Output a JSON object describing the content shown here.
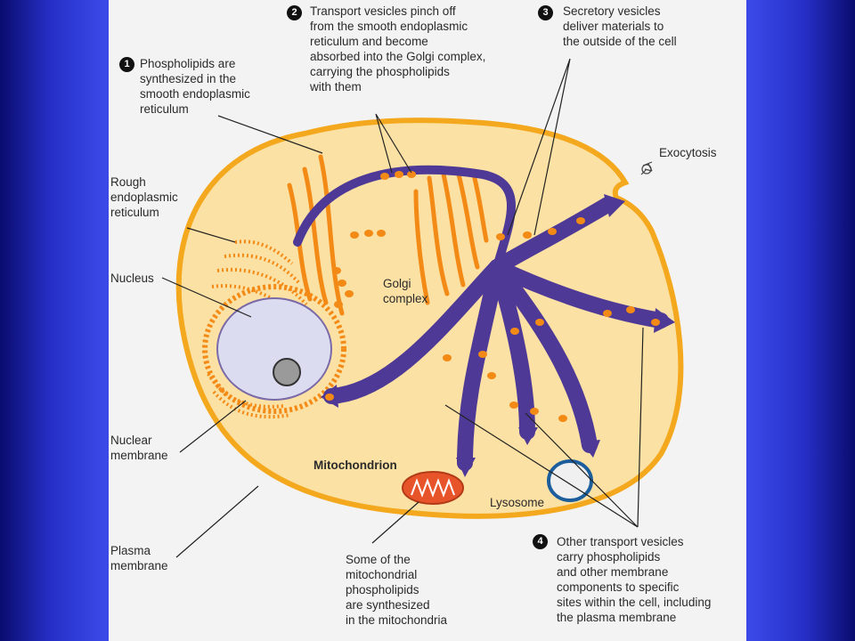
{
  "colors": {
    "cytoplasm": "#fce1a4",
    "cell_border": "#f4a81e",
    "organelle": "#f48a16",
    "transport_arrow": "#4e3a96",
    "nucleus": "#dcdcf0",
    "mitochondrion": "#e8542a",
    "lysosome_border": "#1c5e9c",
    "page_background": "#3a48e6"
  },
  "steps": [
    {
      "number": "1",
      "text": "Phospholipids are\nsynthesized in the\nsmooth endoplasmic\nreticulum"
    },
    {
      "number": "2",
      "text": "Transport vesicles pinch off\nfrom the smooth endoplasmic\nreticulum and become\nabsorbed into the Golgi complex,\ncarrying the phospholipids\nwith them"
    },
    {
      "number": "3",
      "text": "Secretory vesicles\ndeliver materials to\nthe outside of the cell"
    },
    {
      "number": "4",
      "text": "Other transport vesicles\ncarry phospholipids\nand  other membrane\ncomponents to specific\nsites within the cell, including\nthe plasma membrane"
    }
  ],
  "labels": {
    "rough_er": "Rough\nendoplasmic\nreticulum",
    "nucleus": "Nucleus",
    "nuclear_membrane": "Nuclear\nmembrane",
    "plasma_membrane": "Plasma\nmembrane",
    "golgi": "Golgi\ncomplex",
    "exocytosis": "Exocytosis",
    "mitochondrion": "Mitochondrion",
    "lysosome": "Lysosome",
    "mito_note": "Some of the\nmitochondrial\nphospholipids\nare synthesized\nin the mitochondria"
  }
}
